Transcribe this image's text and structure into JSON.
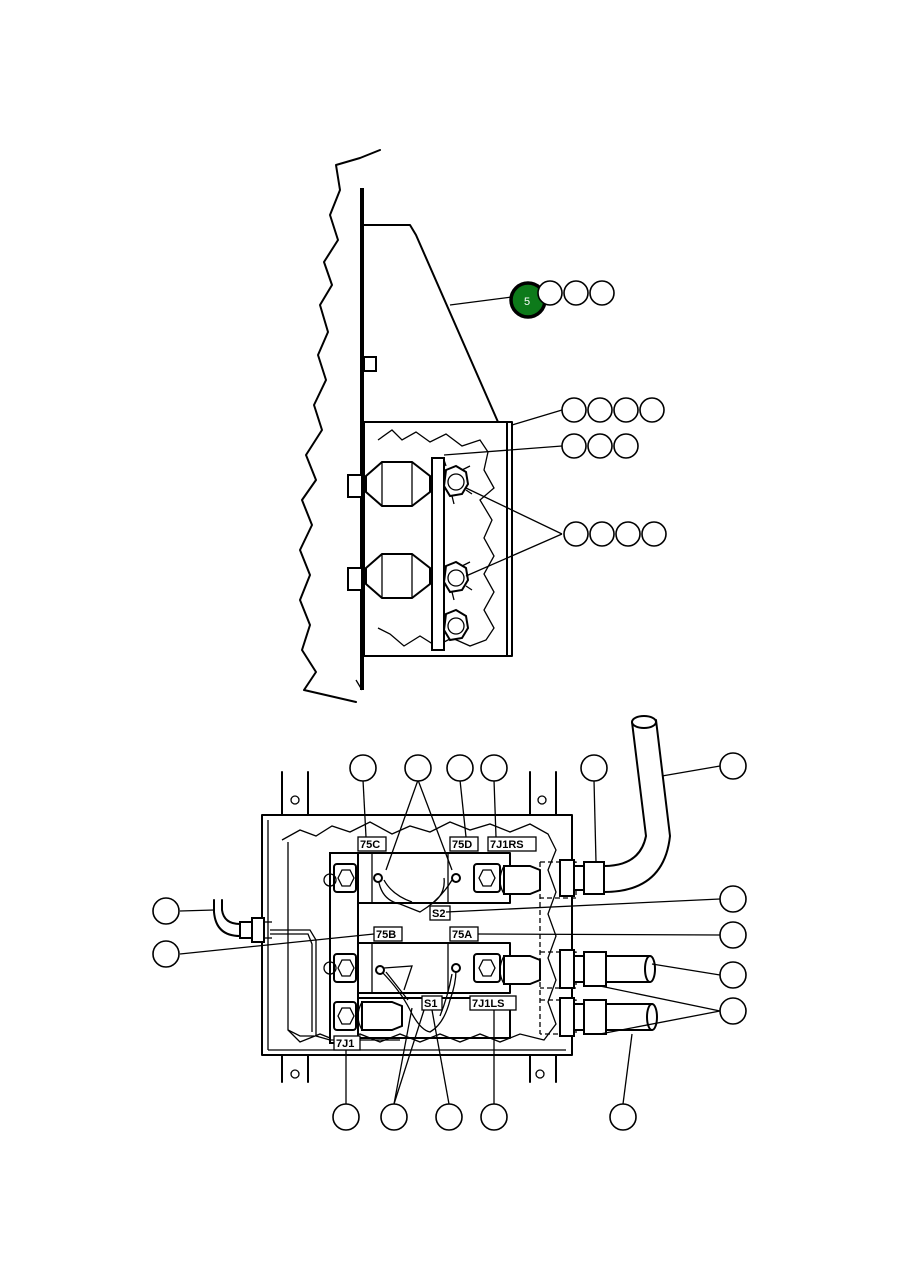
{
  "callouts": {
    "active": {
      "label": "5",
      "color": "#0d7a1a"
    }
  },
  "wire_tags": {
    "t75C": "75C",
    "t75D": "75D",
    "t7J1RS": "7J1RS",
    "tS2": "S2",
    "t75B": "75B",
    "t75A": "75A",
    "tS1": "S1",
    "t7J1LS": "7J1LS",
    "t7J1": "7J1"
  }
}
